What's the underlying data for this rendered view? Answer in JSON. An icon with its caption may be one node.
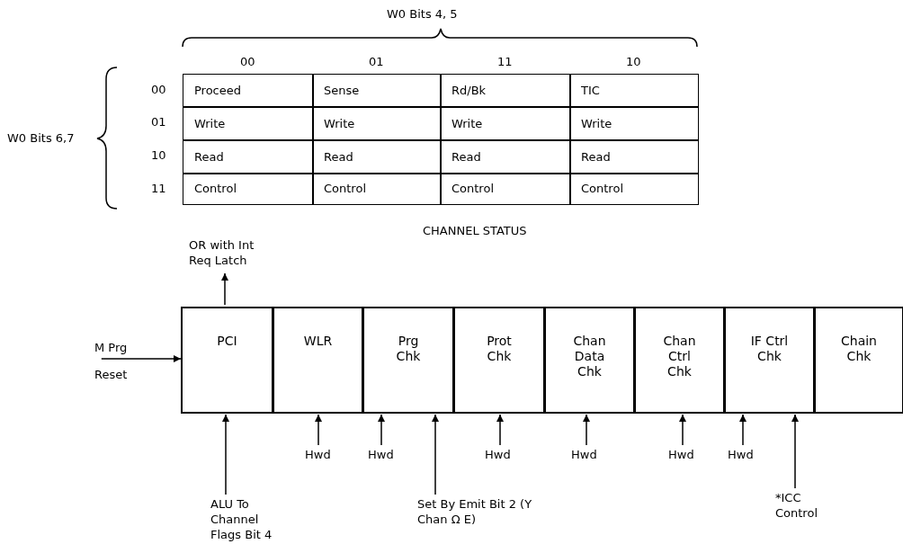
{
  "diagram": {
    "title": "CHANNEL STATUS",
    "nodes": [
      {
        "text": [
          "PCI"
        ]
      },
      {
        "text": [
          "WLR"
        ]
      },
      {
        "text": [
          "Prg Chk"
        ]
      },
      {
        "text": [
          "Prot Chk"
        ]
      },
      {
        "text": [
          "Chan Data Chk"
        ]
      },
      {
        "text": [
          "Chan Ctrl Chk"
        ]
      },
      {
        "text": [
          "IF Ctrl Chk"
        ]
      },
      {
        "text": [
          "Chain Chk"
        ]
      },
      {
        "text": [
          "OR with Int Req Latch"
        ]
      },
      {
        "text": [
          "M Prg",
          "Reset"
        ]
      },
      {
        "text": [
          "ALU To Channel Flags Bit 4"
        ]
      },
      {
        "text": [
          "Hwd"
        ]
      },
      {
        "text": [
          "Hwd"
        ]
      },
      {
        "text": [
          "Set By Emit Bit 2 (Y Chan Ω E)"
        ]
      },
      {
        "text": [
          "Hwd"
        ]
      },
      {
        "text": [
          "Hwd"
        ]
      },
      {
        "text": [
          "Hwd"
        ]
      },
      {
        "text": [
          "Hwd"
        ]
      },
      {
        "text": [
          "*ICC Control"
        ]
      }
    ],
    "edges": [
      {
        "from": 0,
        "to": 8,
        "arrow": "to"
      },
      {
        "from": 9,
        "to": 0,
        "arrow": "to"
      },
      {
        "from": 10,
        "to": 0,
        "arrow": "to"
      },
      {
        "from": 11,
        "to": 1,
        "arrow": "to"
      },
      {
        "from": 12,
        "to": 2,
        "arrow": "to"
      },
      {
        "from": 13,
        "to": 2,
        "arrow": "to"
      },
      {
        "from": 14,
        "to": 3,
        "arrow": "to"
      },
      {
        "from": 15,
        "to": 4,
        "arrow": "to"
      },
      {
        "from": 16,
        "to": 5,
        "arrow": "to"
      },
      {
        "from": 17,
        "to": 6,
        "arrow": "to"
      },
      {
        "from": 18,
        "to": 6,
        "arrow": "to"
      }
    ],
    "labels": [
      "W0 Bits 4, 5",
      "W0 Bits 6,7",
      "00",
      "01",
      "11",
      "10",
      "00",
      "Proceed",
      "Sense",
      "Rd/Bk",
      "TIC",
      "01",
      "Write",
      "Write",
      "Write",
      "Write",
      "10",
      "Read",
      "Read",
      "Read",
      "Read",
      "11",
      "Control",
      "Control",
      "Control",
      "Control"
    ]
  }
}
